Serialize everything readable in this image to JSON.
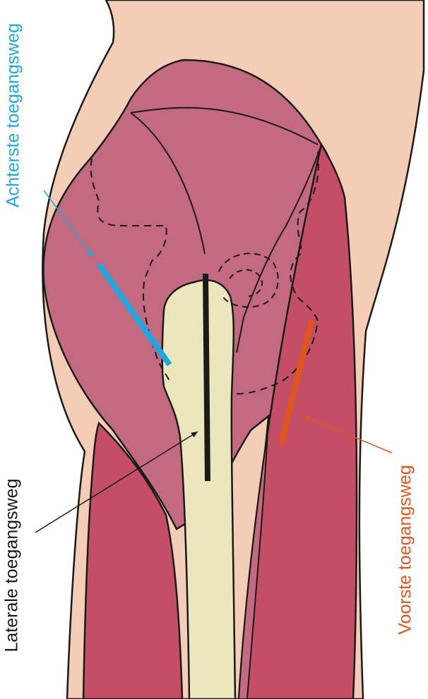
{
  "labels": {
    "posterior": "Achterste toegangsweg",
    "lateral": "Laterale toegangsweg",
    "anterior": "Voorste toegangsweg"
  },
  "colors": {
    "background": "#ffffff",
    "skin": "#f3cdb6",
    "gluteal_muscle": "#c46a80",
    "thigh_muscle": "#c34e66",
    "femur": "#ece6bd",
    "outline": "#1a1a1a",
    "posterior_incision": "#1aa9e0",
    "lateral_incision": "#1a1a1a",
    "anterior_incision": "#e0561a"
  }
}
